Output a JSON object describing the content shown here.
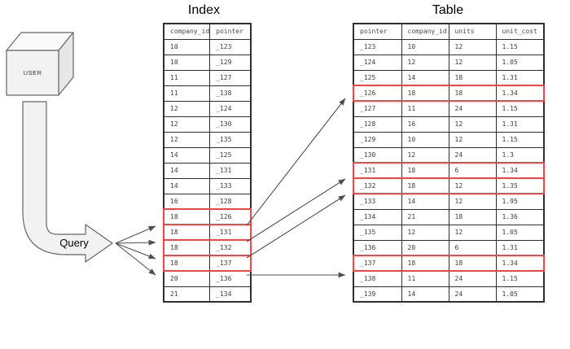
{
  "user_label": "USER",
  "query_label": "Query",
  "colors": {
    "highlight": "#ff4040",
    "border": "#2f2f2f",
    "arrow": "#4f4f4f",
    "shape_fill": "#f2f2f2",
    "shape_stroke": "#666666"
  },
  "index_table": {
    "title": "Index",
    "columns": [
      "company_id",
      "pointer"
    ],
    "rows": [
      [
        "10",
        "_123"
      ],
      [
        "10",
        "_129"
      ],
      [
        "11",
        "_127"
      ],
      [
        "11",
        "_138"
      ],
      [
        "12",
        "_124"
      ],
      [
        "12",
        "_130"
      ],
      [
        "12",
        "_135"
      ],
      [
        "14",
        "_125"
      ],
      [
        "14",
        "_131"
      ],
      [
        "14",
        "_133"
      ],
      [
        "16",
        "_128"
      ],
      [
        "18",
        "_126"
      ],
      [
        "18",
        "_131"
      ],
      [
        "18",
        "_132"
      ],
      [
        "18",
        "_137"
      ],
      [
        "20",
        "_136"
      ],
      [
        "21",
        "_134"
      ]
    ],
    "highlighted_rows": [
      11,
      12,
      13,
      14
    ]
  },
  "data_table": {
    "title": "Table",
    "columns": [
      "pointer",
      "company_id",
      "units",
      "unit_cost"
    ],
    "rows": [
      [
        "_123",
        "10",
        "12",
        "1.15"
      ],
      [
        "_124",
        "12",
        "12",
        "1.05"
      ],
      [
        "_125",
        "14",
        "18",
        "1.31"
      ],
      [
        "_126",
        "18",
        "18",
        "1.34"
      ],
      [
        "_127",
        "11",
        "24",
        "1.15"
      ],
      [
        "_128",
        "16",
        "12",
        "1.31"
      ],
      [
        "_129",
        "10",
        "12",
        "1.15"
      ],
      [
        "_130",
        "12",
        "24",
        "1.3"
      ],
      [
        "_131",
        "18",
        "6",
        "1.34"
      ],
      [
        "_132",
        "18",
        "12",
        "1.35"
      ],
      [
        "_133",
        "14",
        "12",
        "1.95"
      ],
      [
        "_134",
        "21",
        "18",
        "1.36"
      ],
      [
        "_135",
        "12",
        "12",
        "1.05"
      ],
      [
        "_136",
        "20",
        "6",
        "1.31"
      ],
      [
        "_137",
        "18",
        "18",
        "1.34"
      ],
      [
        "_138",
        "11",
        "24",
        "1.15"
      ],
      [
        "_139",
        "14",
        "24",
        "1.05"
      ]
    ],
    "highlighted_rows": [
      3,
      8,
      9,
      14
    ]
  }
}
